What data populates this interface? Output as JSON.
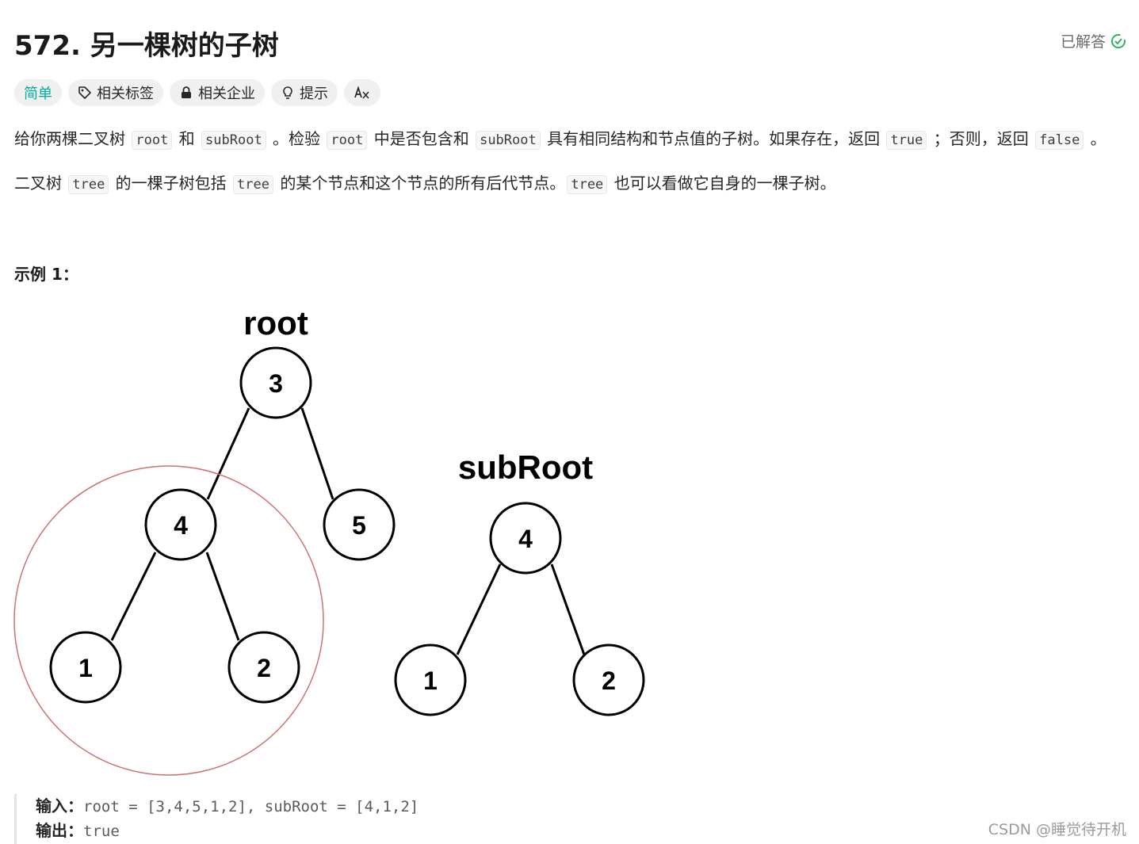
{
  "problem": {
    "title": "572. 另一棵树的子树",
    "status_label": "已解答"
  },
  "tags": [
    {
      "label": "简单",
      "icon": ""
    },
    {
      "label": "相关标签",
      "icon": "tag-icon"
    },
    {
      "label": "相关企业",
      "icon": "lock-icon"
    },
    {
      "label": "提示",
      "icon": "lightbulb-icon"
    },
    {
      "label": "",
      "icon": "translate-icon"
    }
  ],
  "description": {
    "p1": {
      "t1": "给你两棵二叉树 ",
      "c1": "root",
      "t2": " 和 ",
      "c2": "subRoot",
      "t3": " 。检验 ",
      "c3": "root",
      "t4": " 中是否包含和 ",
      "c4": "subRoot",
      "t5": " 具有相同结构和节点值的子树。如果存在，返回 ",
      "c5": "true",
      "t6": " ；否则，返回 ",
      "c6": "false",
      "t7": " 。"
    },
    "p2": {
      "t1": "二叉树 ",
      "c1": "tree",
      "t2": " 的一棵子树包括 ",
      "c2": "tree",
      "t3": " 的某个节点和这个节点的所有后代节点。",
      "c3": "tree",
      "t4": " 也可以看做它自身的一棵子树。"
    }
  },
  "example": {
    "title": "示例 1：",
    "diagram": {
      "root_label": "root",
      "subroot_label": "subRoot",
      "root_nodes": [
        "3",
        "4",
        "5",
        "1",
        "2"
      ],
      "subroot_nodes": [
        "4",
        "1",
        "2"
      ]
    },
    "input_label": "输入：",
    "input_value": "root = [3,4,5,1,2], subRoot = [4,1,2]",
    "output_label": "输出：",
    "output_value": "true"
  },
  "watermark": "CSDN @睡觉待开机",
  "colors": {
    "easy": "#00af9b",
    "solved_check": "#2db55d",
    "highlight_circle": "#d07070"
  }
}
